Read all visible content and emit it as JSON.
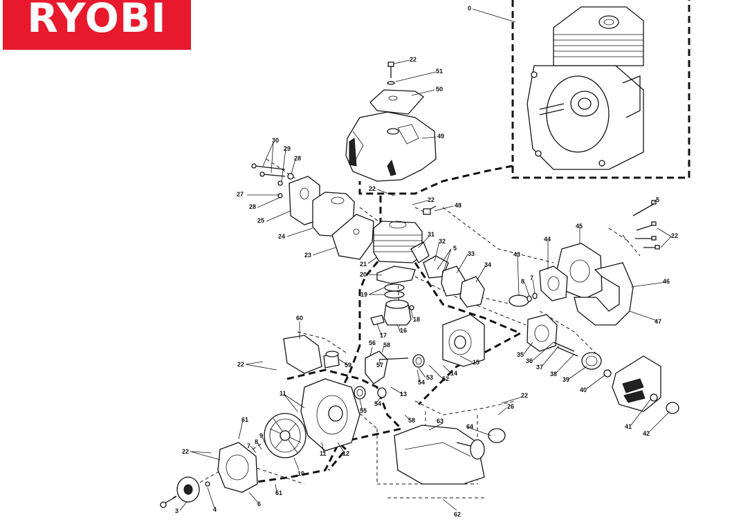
{
  "brand": {
    "logo_text": "RYOBI",
    "logo_bg": "#e8192c",
    "logo_fg": "#ffffff"
  },
  "diagram": {
    "labels": [
      {
        "id": "inset-0",
        "text": "0"
      },
      {
        "id": "bolt-top",
        "text": "22"
      },
      {
        "id": "washer-top",
        "text": "51"
      },
      {
        "id": "top-plate",
        "text": "50"
      },
      {
        "id": "shroud",
        "text": "49"
      },
      {
        "id": "p30",
        "text": "30"
      },
      {
        "id": "p29",
        "text": "29"
      },
      {
        "id": "p28a",
        "text": "28"
      },
      {
        "id": "p27",
        "text": "27"
      },
      {
        "id": "p28b",
        "text": "28"
      },
      {
        "id": "p25",
        "text": "25"
      },
      {
        "id": "p24",
        "text": "24"
      },
      {
        "id": "p23",
        "text": "23"
      },
      {
        "id": "p22-cyl",
        "text": "22"
      },
      {
        "id": "p22-cyl2",
        "text": "22"
      },
      {
        "id": "p48",
        "text": "48"
      },
      {
        "id": "p21",
        "text": "21"
      },
      {
        "id": "p31",
        "text": "31"
      },
      {
        "id": "p32",
        "text": "32"
      },
      {
        "id": "p5a",
        "text": "5"
      },
      {
        "id": "p33",
        "text": "33"
      },
      {
        "id": "p34",
        "text": "34"
      },
      {
        "id": "p20",
        "text": "20"
      },
      {
        "id": "p19",
        "text": "19"
      },
      {
        "id": "p18",
        "text": "18"
      },
      {
        "id": "p16",
        "text": "16"
      },
      {
        "id": "p17",
        "text": "17"
      },
      {
        "id": "p15",
        "text": "15"
      },
      {
        "id": "p58",
        "text": "58"
      },
      {
        "id": "p56",
        "text": "56"
      },
      {
        "id": "p57",
        "text": "57"
      },
      {
        "id": "p14",
        "text": "14"
      },
      {
        "id": "p52",
        "text": "52"
      },
      {
        "id": "p53",
        "text": "53"
      },
      {
        "id": "p54a",
        "text": "54"
      },
      {
        "id": "p60",
        "text": "60"
      },
      {
        "id": "p22-tank",
        "text": "22"
      },
      {
        "id": "p59",
        "text": "59"
      },
      {
        "id": "p55",
        "text": "55"
      },
      {
        "id": "p54b",
        "text": "54"
      },
      {
        "id": "p13",
        "text": "13"
      },
      {
        "id": "p11",
        "text": "11"
      },
      {
        "id": "p12",
        "text": "12"
      },
      {
        "id": "p11b",
        "text": "11"
      },
      {
        "id": "p58b",
        "text": "58"
      },
      {
        "id": "p61a",
        "text": "61"
      },
      {
        "id": "p22-left",
        "text": "22"
      },
      {
        "id": "p7",
        "text": "7"
      },
      {
        "id": "p8",
        "text": "8"
      },
      {
        "id": "p9",
        "text": "9"
      },
      {
        "id": "p10",
        "text": "10"
      },
      {
        "id": "p61b",
        "text": "61"
      },
      {
        "id": "p3",
        "text": "3"
      },
      {
        "id": "p4",
        "text": "4"
      },
      {
        "id": "p6",
        "text": "6"
      },
      {
        "id": "p63",
        "text": "63"
      },
      {
        "id": "p64",
        "text": "64"
      },
      {
        "id": "p22-fuel",
        "text": "22"
      },
      {
        "id": "p26",
        "text": "26"
      },
      {
        "id": "p62",
        "text": "62"
      },
      {
        "id": "p5-right",
        "text": "5"
      },
      {
        "id": "p45",
        "text": "45"
      },
      {
        "id": "p22-right",
        "text": "22"
      },
      {
        "id": "p44",
        "text": "44"
      },
      {
        "id": "p43",
        "text": "43"
      },
      {
        "id": "p8b",
        "text": "8"
      },
      {
        "id": "p7b",
        "text": "7"
      },
      {
        "id": "p46",
        "text": "46"
      },
      {
        "id": "p47",
        "text": "47"
      },
      {
        "id": "p35",
        "text": "35"
      },
      {
        "id": "p36",
        "text": "36"
      },
      {
        "id": "p37",
        "text": "37"
      },
      {
        "id": "p38",
        "text": "38"
      },
      {
        "id": "p39",
        "text": "39"
      },
      {
        "id": "p40",
        "text": "40"
      },
      {
        "id": "p41",
        "text": "41"
      },
      {
        "id": "p42",
        "text": "42"
      }
    ]
  }
}
